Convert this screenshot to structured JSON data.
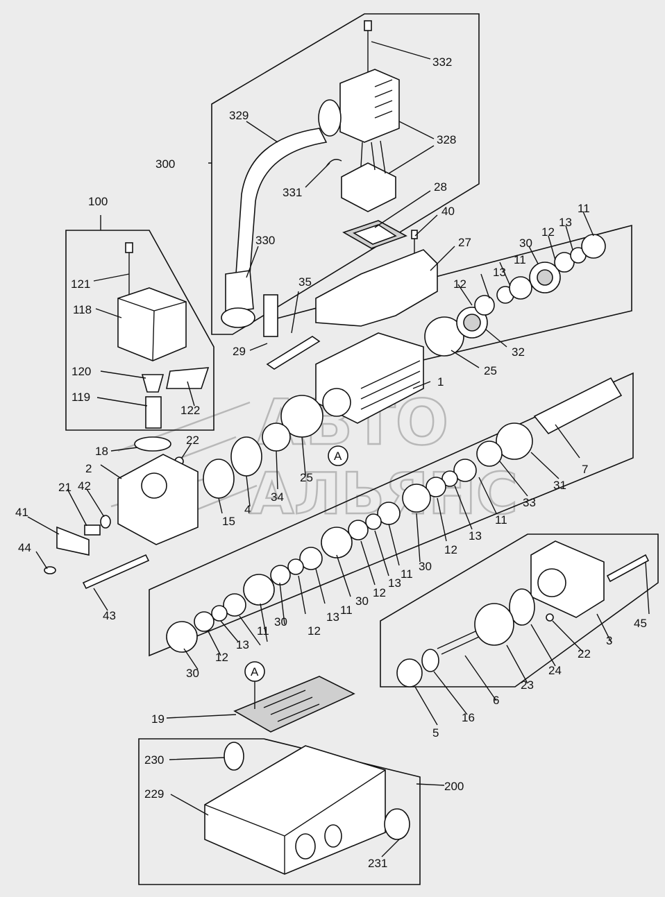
{
  "watermark": {
    "line1": "АВТО",
    "line2": "АЛЬЯНС"
  },
  "callout_a": "A",
  "labels": {
    "l332": "332",
    "l329": "329",
    "l328": "328",
    "l300": "300",
    "l331": "331",
    "l28": "28",
    "l40": "40",
    "l27": "27",
    "l100": "100",
    "l330": "330",
    "l121": "121",
    "l118": "118",
    "l35": "35",
    "l29": "29",
    "l120": "120",
    "l119": "119",
    "l122": "122",
    "l11a": "11",
    "l13a": "13",
    "l12a": "12",
    "l30a": "30",
    "l13b": "13",
    "l11b": "11",
    "l12b": "12",
    "l32": "32",
    "l25a": "25",
    "l1": "1",
    "l7": "7",
    "l31": "31",
    "l33": "33",
    "l11c": "11",
    "l13c": "13",
    "l12c": "12",
    "l30b": "30",
    "l11d": "11",
    "l13d": "13",
    "l12d": "12",
    "l30c": "30",
    "l11e": "11",
    "l13e": "13",
    "l12e": "12",
    "l30d": "30",
    "l11f": "11",
    "l13f": "13",
    "l12f": "12",
    "l30e": "30",
    "l18": "18",
    "l22a": "22",
    "l2": "2",
    "l21": "21",
    "l42": "42",
    "l41": "41",
    "l44": "44",
    "l43": "43",
    "l15": "15",
    "l4": "4",
    "l34": "34",
    "l25b": "25",
    "l45": "45",
    "l3": "3",
    "l22b": "22",
    "l24": "24",
    "l23": "23",
    "l6": "6",
    "l16": "16",
    "l5": "5",
    "l19": "19",
    "l230": "230",
    "l229": "229",
    "l200": "200",
    "l231": "231"
  }
}
